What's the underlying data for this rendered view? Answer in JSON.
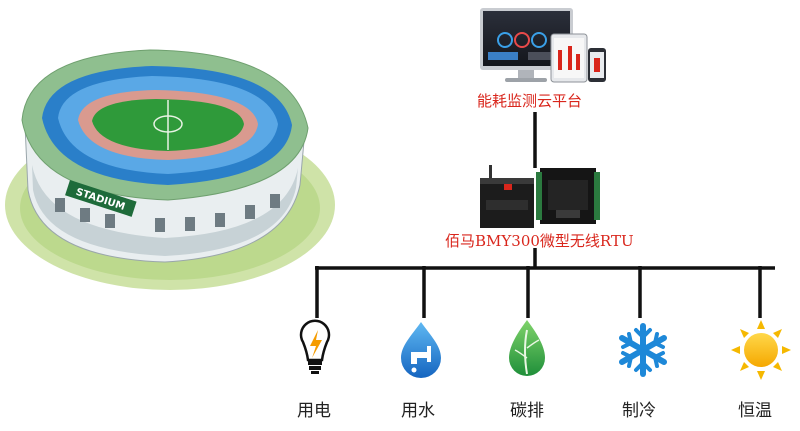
{
  "stadium": {
    "sign": "STADIUM"
  },
  "cloud_platform": {
    "label": "能耗监测云平台"
  },
  "rtu": {
    "label": "佰马BMY300微型无线RTU"
  },
  "categories": [
    {
      "label": "用电",
      "icon": "lightbulb-bolt-icon"
    },
    {
      "label": "用水",
      "icon": "water-tap-drop-icon"
    },
    {
      "label": "碳排",
      "icon": "leaf-drop-icon"
    },
    {
      "label": "制冷",
      "icon": "snowflake-icon"
    },
    {
      "label": "恒温",
      "icon": "sun-icon"
    }
  ],
  "colors": {
    "accent_red": "#d9261c",
    "line": "#111111",
    "icon_blue": "#1e88d8",
    "leaf_green": "#3aa24a",
    "sun_yellow": "#f5b800",
    "stadium_green": "#2f9a3a",
    "stadium_blue": "#2a7fc9"
  }
}
